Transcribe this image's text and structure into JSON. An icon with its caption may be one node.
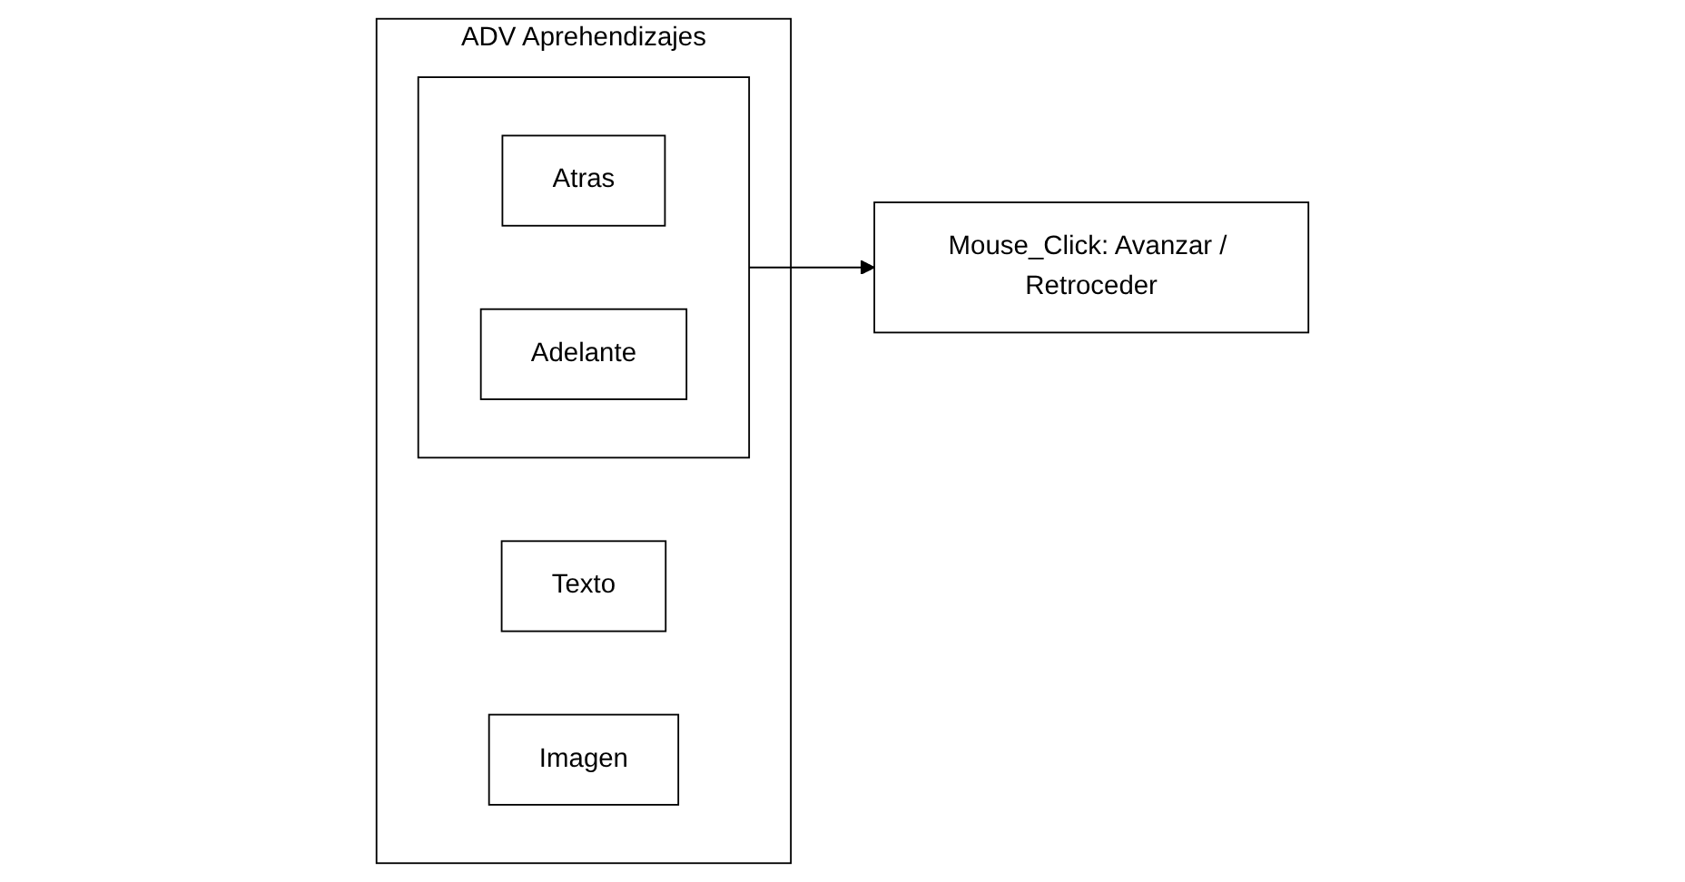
{
  "diagram": {
    "nodes": [
      {
        "text": [
          "ADV Aprehendizajes"
        ]
      },
      {
        "text": [
          "Texto"
        ],
        "in": 0
      },
      {
        "text": [
          "Imagen"
        ],
        "in": 0
      },
      {
        "text": [],
        "shape": "box",
        "in": 0
      },
      {
        "text": [
          "Atras"
        ],
        "in": 3
      },
      {
        "text": [
          "Adelante"
        ],
        "in": 3
      },
      {
        "text": [
          "Mouse_Click: Avanzar / Retroceder"
        ]
      }
    ],
    "edges": [
      {
        "from": 3,
        "to": 6,
        "arrow": "to"
      }
    ]
  }
}
